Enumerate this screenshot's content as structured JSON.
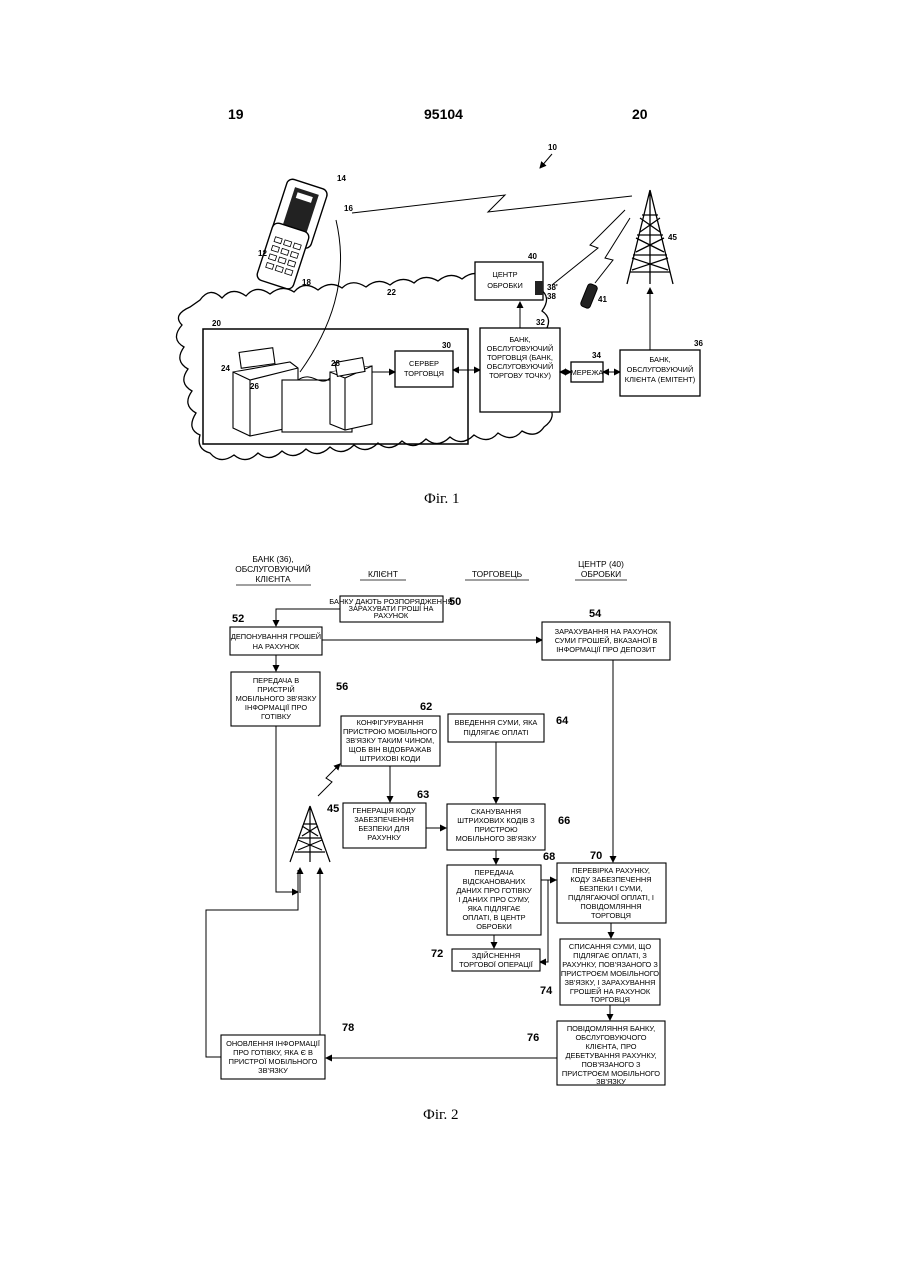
{
  "header": {
    "left_page": "19",
    "doc_number": "95104",
    "right_page": "20"
  },
  "fig1": {
    "caption": "Фіг. 1",
    "refs": {
      "system": "10",
      "phone": "12",
      "screen": "14",
      "code": "16",
      "keypad": "18",
      "cloud": "22",
      "store": "20",
      "pos": "24",
      "pos2": "26",
      "pos3": "28",
      "server": "30",
      "acq_bank": "32",
      "network": "34",
      "issuer": "36",
      "center": "40",
      "c38a": "38'",
      "c38": "38",
      "phone2": "41",
      "tower": "45"
    },
    "center_label": [
      "ЦЕНТР",
      "ОБРОБКИ"
    ],
    "server_label": [
      "СЕРВЕР",
      "ТОРГОВЦЯ"
    ],
    "acq_label": [
      "БАНК,",
      "ОБСЛУГОВУЮЧИЙ",
      "ТОРГОВЦЯ (БАНК,",
      "ОБСЛУГОВУЮЧИЙ",
      "ТОРГОВУ ТОЧКУ)"
    ],
    "network_label": "МЕРЕЖА",
    "issuer_label": [
      "БАНК,",
      "ОБСЛУГОВУЮЧИЙ",
      "КЛІЄНТА (ЕМІТЕНТ)"
    ]
  },
  "fig2": {
    "caption": "Фіг. 2",
    "columns": {
      "bank": [
        "БАНК (36),",
        "ОБСЛУГОВУЮЧИЙ",
        "КЛІЄНТА"
      ],
      "client": [
        "КЛІЄНТ"
      ],
      "merchant": [
        "ТОРГОВЕЦЬ"
      ],
      "center": [
        "ЦЕНТР (40)",
        "ОБРОБКИ"
      ]
    },
    "boxes": {
      "b50": {
        "ref": "50",
        "lines": [
          "БАНКУ ДАЮТЬ РОЗПОРЯДЖЕННЯ",
          "ЗАРАХУВАТИ ГРОШІ НА",
          "РАХУНОК"
        ]
      },
      "b52": {
        "ref": "52",
        "lines": [
          "ДЕПОНУВАННЯ ГРОШЕЙ",
          "НА РАХУНОК"
        ]
      },
      "b54": {
        "ref": "54",
        "lines": [
          "ЗАРАХУВАННЯ НА РАХУНОК",
          "СУМИ ГРОШЕЙ, ВКАЗАНОЇ В",
          "ІНФОРМАЦІЇ ПРО ДЕПОЗИТ"
        ]
      },
      "b56": {
        "ref": "56",
        "lines": [
          "ПЕРЕДАЧА В",
          "ПРИСТРІЙ",
          "МОБІЛЬНОГО ЗВ'ЯЗКУ",
          "ІНФОРМАЦІЇ ПРО",
          "ГОТІВКУ"
        ]
      },
      "b62": {
        "ref": "62",
        "lines": [
          "КОНФІГУРУВАННЯ",
          "ПРИСТРОЮ МОБІЛЬНОГО",
          "ЗВ'ЯЗКУ ТАКИМ ЧИНОМ,",
          "ЩОБ ВІН ВІДОБРАЖАВ",
          "ШТРИХОВІ КОДИ"
        ]
      },
      "b64": {
        "ref": "64",
        "lines": [
          "ВВЕДЕННЯ СУМИ, ЯКА",
          "ПІДЛЯГАЄ ОПЛАТІ"
        ]
      },
      "b63": {
        "ref": "63",
        "lines": [
          "ГЕНЕРАЦІЯ КОДУ",
          "ЗАБЕЗПЕЧЕННЯ",
          "БЕЗПЕКИ ДЛЯ",
          "РАХУНКУ"
        ]
      },
      "b66": {
        "ref": "66",
        "lines": [
          "СКАНУВАННЯ",
          "ШТРИХОВИХ КОДІВ З",
          "ПРИСТРОЮ",
          "МОБІЛЬНОГО ЗВ'ЯЗКУ"
        ]
      },
      "b68": {
        "ref": "68",
        "lines": [
          "ПЕРЕДАЧА",
          "ВІДСКАНОВАНИХ",
          "ДАНИХ ПРО ГОТІВКУ",
          "І ДАНИХ ПРО СУМУ,",
          "ЯКА ПІДЛЯГАЄ",
          "ОПЛАТІ, В ЦЕНТР",
          "ОБРОБКИ"
        ]
      },
      "b70": {
        "ref": "70",
        "lines": [
          "ПЕРЕВІРКА РАХУНКУ,",
          "КОДУ ЗАБЕЗПЕЧЕННЯ",
          "БЕЗПЕКИ І СУМИ,",
          "ПІДЛЯГАЮЧОЇ ОПЛАТІ, І",
          "ПОВІДОМЛЯННЯ",
          "ТОРГОВЦЯ"
        ]
      },
      "b72": {
        "ref": "72",
        "lines": [
          "ЗДІЙСНЕННЯ",
          "ТОРГОВОЇ ОПЕРАЦІЇ"
        ]
      },
      "b74": {
        "ref": "74",
        "lines": [
          "СПИСАННЯ СУМИ, ЩО",
          "ПІДЛЯГАЄ ОПЛАТІ, З",
          "РАХУНКУ, ПОВ'ЯЗАНОГО З",
          "ПРИСТРОЄМ МОБІЛЬНОГО",
          "ЗВ'ЯЗКУ, І ЗАРАХУВАННЯ",
          "ГРОШЕЙ НА РАХУНОК",
          "ТОРГОВЦЯ"
        ]
      },
      "b76": {
        "ref": "76",
        "lines": [
          "ПОВІДОМЛЯННЯ БАНКУ,",
          "ОБСЛУГОВУЮЧОГО",
          "КЛІЄНТА, ПРО",
          "ДЕБЕТУВАННЯ РАХУНКУ,",
          "ПОВ'ЯЗАНОГО З",
          "ПРИСТРОЄМ МОБІЛЬНОГО",
          "ЗВ'ЯЗКУ"
        ]
      },
      "b78": {
        "ref": "78",
        "lines": [
          "ОНОВЛЕННЯ ІНФОРМАЦІЇ",
          "ПРО ГОТІВКУ, ЯКА Є В",
          "ПРИСТРОЇ МОБІЛЬНОГО",
          "ЗВ'ЯЗКУ"
        ]
      }
    },
    "tower_ref": "45"
  }
}
